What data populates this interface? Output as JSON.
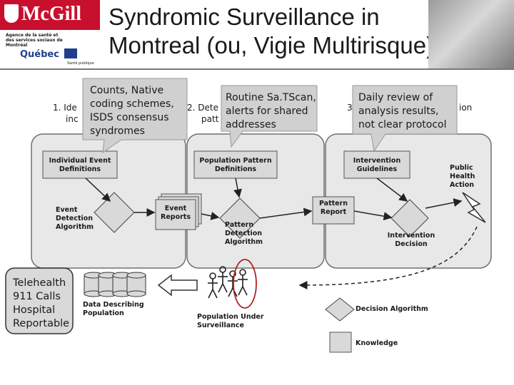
{
  "header": {
    "title_line1": "Syndromic Surveillance in",
    "title_line2": "Montreal (ou, Vigie Multirisque)",
    "logo_mcgill": "McGill",
    "logo_agence": "Agence de la santé et des services sociaux de Montréal",
    "logo_quebec": "Québec",
    "logo_sante": "Santé publique"
  },
  "steps": {
    "step1_line1": "1. Ide",
    "step1_line2": "inc",
    "step2_line1": "2. Dete",
    "step2_line2": "patt",
    "step3_line1": "3",
    "step3_tail": "ion"
  },
  "callouts": {
    "c1": [
      "Counts, Native",
      "coding schemes,",
      "ISDS consensus",
      "syndromes"
    ],
    "c2": [
      "Routine Sa.TScan,",
      "alerts for shared",
      "addresses"
    ],
    "c3": [
      "Daily review of",
      "analysis results,",
      "not clear protocol"
    ]
  },
  "nodes": {
    "individual_event_definitions": [
      "Individual Event",
      "Definitions"
    ],
    "population_pattern_definitions": [
      "Population Pattern",
      "Definitions"
    ],
    "intervention_guidelines": [
      "Intervention",
      "Guidelines"
    ],
    "public_health_action": [
      "Public",
      "Health",
      "Action"
    ],
    "event_detection_algorithm": [
      "Event",
      "Detection",
      "Algorithm"
    ],
    "event_reports": [
      "Event",
      "Reports"
    ],
    "pattern_report": [
      "Pattern",
      "Report"
    ],
    "pattern_detection_algorithm": [
      "Pattern",
      "Detection",
      "Algorithm"
    ],
    "intervention_decision": [
      "Intervention",
      "Decision"
    ],
    "data_describing_population": [
      "Data Describing",
      "Population"
    ],
    "population_under_surveillance": [
      "Population Under",
      "Surveillance"
    ]
  },
  "sources": [
    "Telehealth",
    "911 Calls",
    "Hospital",
    "Reportable"
  ],
  "legend": {
    "decision_algorithm": "Decision Algorithm",
    "knowledge": "Knowledge"
  },
  "colors": {
    "panel_fill": "#e8e8e8",
    "panel_stroke": "#707070",
    "box_fill": "#d9d9d9",
    "callout_fill": "#d0d0d0",
    "accent_red": "#c8102e",
    "circle_red": "#b22222"
  }
}
